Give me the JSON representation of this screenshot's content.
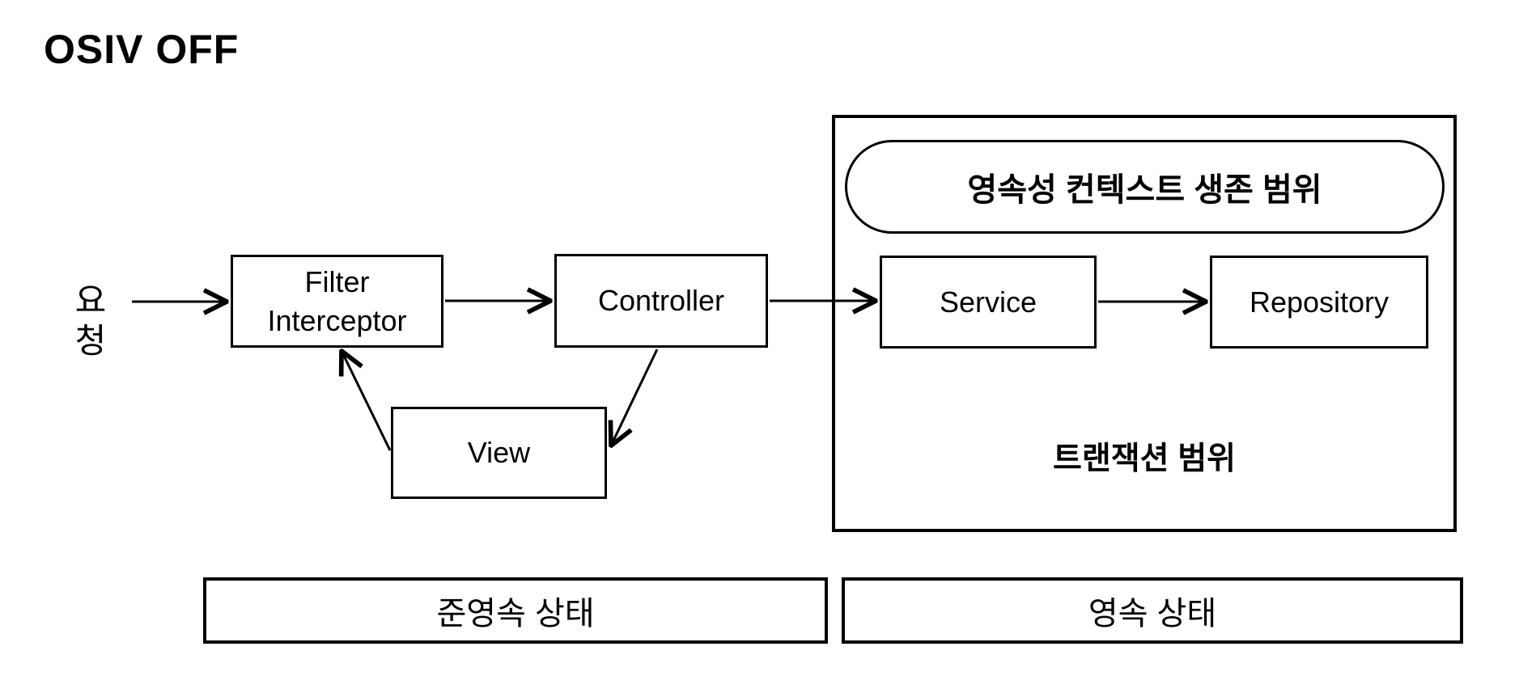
{
  "title": "OSIV OFF",
  "diagram": {
    "request_label": "요청",
    "nodes": {
      "filter_line1": "Filter",
      "filter_line2": "Interceptor",
      "controller": "Controller",
      "service": "Service",
      "repository": "Repository",
      "view": "View"
    },
    "regions": {
      "persistence_context": "영속성 컨텍스트 생존 범위",
      "transaction": "트랜잭션 범위"
    },
    "states": {
      "detached": "준영속 상태",
      "persistent": "영속 상태"
    },
    "colors": {
      "stroke": "#000000",
      "background": "#ffffff"
    }
  }
}
